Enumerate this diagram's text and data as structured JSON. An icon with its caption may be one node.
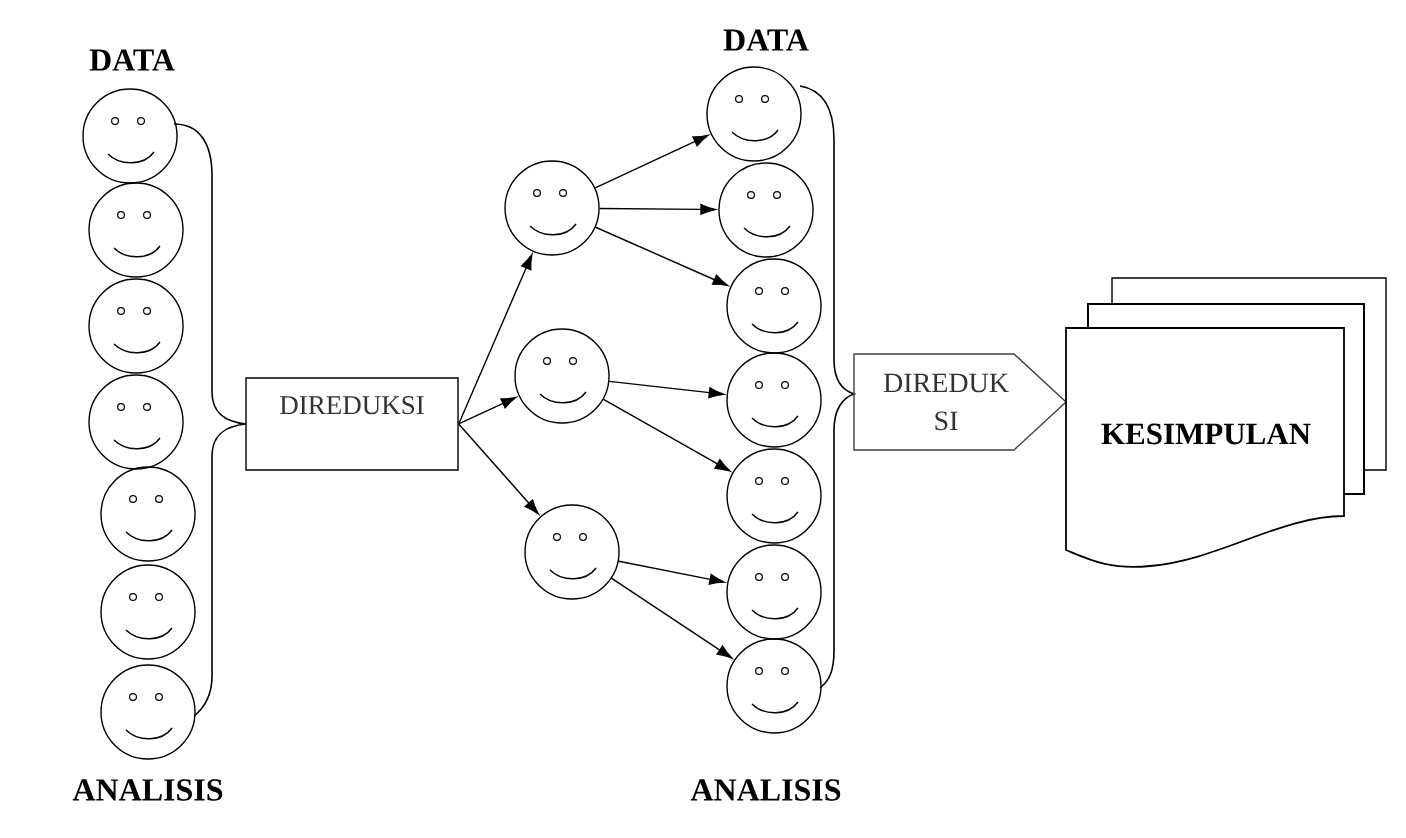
{
  "diagram": {
    "nodes": [
      {
        "text": [],
        "shape": "circle"
      },
      {
        "text": [],
        "shape": "circle"
      },
      {
        "text": [],
        "shape": "circle"
      },
      {
        "text": [],
        "shape": "circle"
      },
      {
        "text": [],
        "shape": "circle"
      },
      {
        "text": [],
        "shape": "circle"
      },
      {
        "text": [],
        "shape": "circle"
      },
      {
        "text": [
          "DIREDUKSI"
        ]
      },
      {
        "text": [],
        "shape": "circle"
      },
      {
        "text": [],
        "shape": "circle"
      },
      {
        "text": [],
        "shape": "circle"
      },
      {
        "text": [],
        "shape": "circle"
      },
      {
        "text": [],
        "shape": "circle"
      },
      {
        "text": [],
        "shape": "circle"
      },
      {
        "text": [],
        "shape": "circle"
      },
      {
        "text": [],
        "shape": "circle"
      },
      {
        "text": [],
        "shape": "circle"
      },
      {
        "text": [],
        "shape": "circle"
      },
      {
        "text": [
          "DIREDUK SI"
        ]
      },
      {
        "text": [
          "KESIMPULAN"
        ]
      }
    ],
    "edges": [
      {
        "from": 7,
        "to": 8,
        "arrow": "to"
      },
      {
        "from": 7,
        "to": 9,
        "arrow": "to"
      },
      {
        "from": 7,
        "to": 10,
        "arrow": "to"
      },
      {
        "from": 8,
        "to": 11,
        "arrow": "to"
      },
      {
        "from": 8,
        "to": 12,
        "arrow": "to"
      },
      {
        "from": 8,
        "to": 13,
        "arrow": "to"
      },
      {
        "from": 9,
        "to": 14,
        "arrow": "to"
      },
      {
        "from": 9,
        "to": 15,
        "arrow": "to"
      },
      {
        "from": 10,
        "to": 16,
        "arrow": "to"
      },
      {
        "from": 10,
        "to": 17,
        "arrow": "to"
      }
    ],
    "labels": [
      "DATA",
      "ANALISIS",
      "DATA",
      "ANALISIS"
    ]
  }
}
